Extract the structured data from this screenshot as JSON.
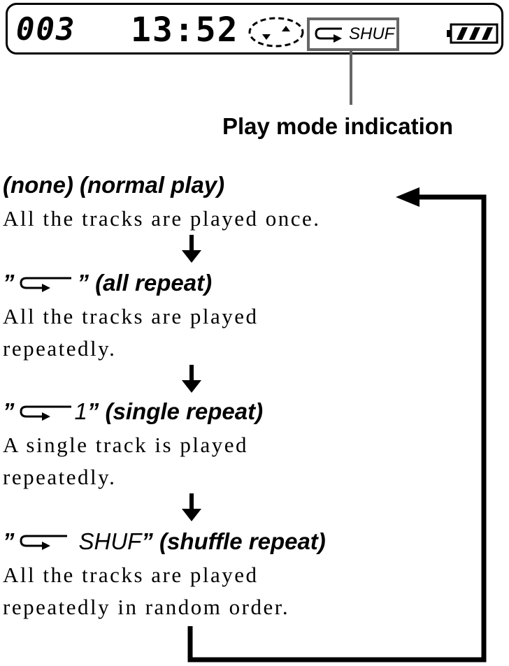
{
  "display": {
    "track_number": "003",
    "time": "13:52",
    "mode_text": "SHUF",
    "icons": [
      "disc-icon",
      "repeat-arrow-icon",
      "battery-icon"
    ]
  },
  "heading": "Play mode indication",
  "modes": [
    {
      "icon_suffix": "",
      "title": "(none) (normal play)",
      "desc": [
        "All the tracks are played once."
      ]
    },
    {
      "icon_suffix": "",
      "title": "(all repeat)",
      "desc": [
        "All the tracks are played",
        "repeatedly."
      ]
    },
    {
      "icon_suffix": "1",
      "title": "(single repeat)",
      "desc": [
        "A single track is played",
        "repeatedly."
      ]
    },
    {
      "icon_suffix": "SHUF",
      "title": "(shuffle repeat)",
      "desc": [
        "All the tracks are played",
        "repeatedly in random order."
      ]
    }
  ],
  "colors": {
    "line": "#000000",
    "highlight_box": "#666666"
  }
}
